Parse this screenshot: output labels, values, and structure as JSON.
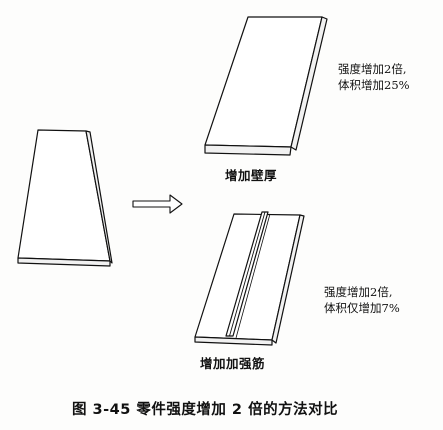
{
  "diagram": {
    "top_note": {
      "line1": "强度增加2倍,",
      "line2": "体积增加25%"
    },
    "top_label": "增加壁厚",
    "bottom_note": {
      "line1": "强度增加2倍,",
      "line2": "体积仅增加7%"
    },
    "bottom_label": "增加加强筋",
    "caption": "图 3-45   零件强度增加 2 倍的方法对比"
  },
  "colors": {
    "line": "#111111",
    "face": "#ffffff",
    "edge_fill": "#f1f1f1"
  }
}
